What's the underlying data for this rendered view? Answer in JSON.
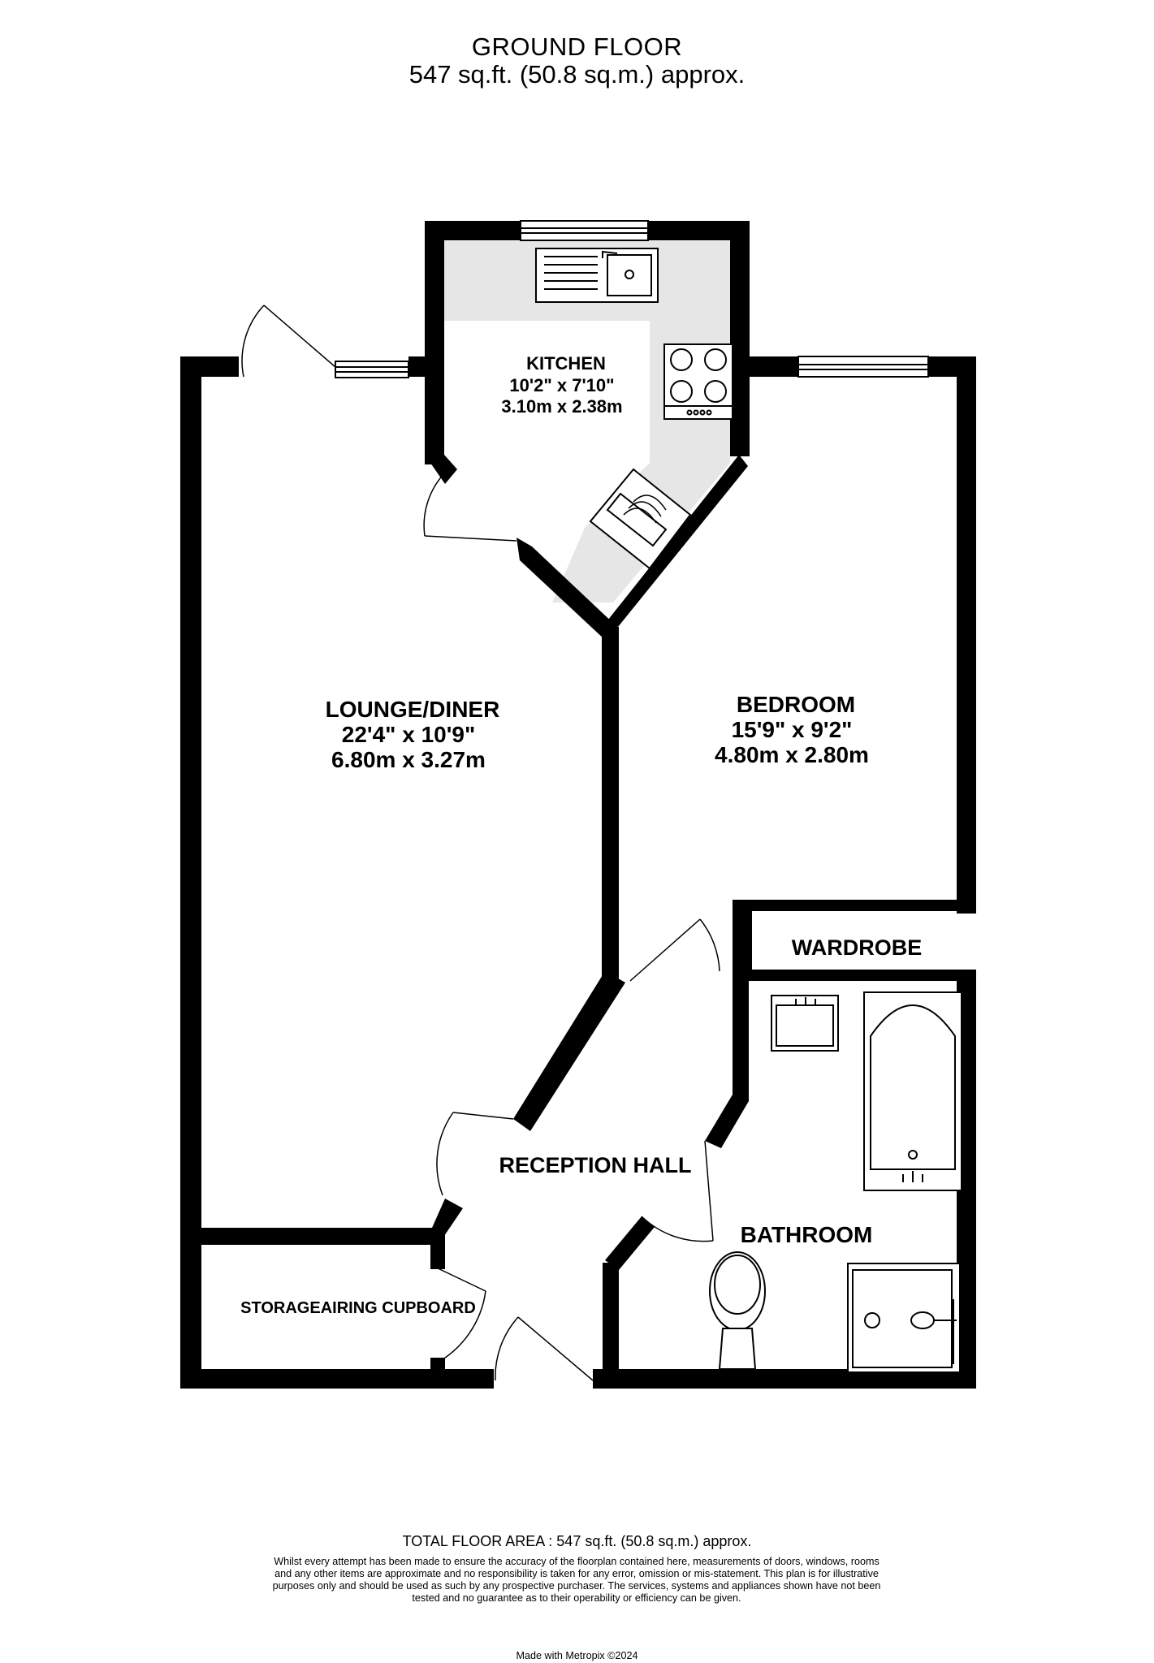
{
  "header": {
    "title": "GROUND FLOOR",
    "area": "547 sq.ft. (50.8 sq.m.) approx."
  },
  "rooms": {
    "kitchen": {
      "name": "KITCHEN",
      "imperial": "10'2\"  x 7'10\"",
      "metric": "3.10m  x 2.38m"
    },
    "lounge": {
      "name": "LOUNGE/DINER",
      "imperial": "22'4\"  x 10'9\"",
      "metric": "6.80m  x 3.27m"
    },
    "bedroom": {
      "name": "BEDROOM",
      "imperial": "15'9\"  x 9'2\"",
      "metric": "4.80m  x 2.80m"
    },
    "wardrobe": {
      "name": "WARDROBE"
    },
    "reception": {
      "name": "RECEPTION HALL"
    },
    "bathroom": {
      "name": "BATHROOM"
    },
    "storage": {
      "name": "STORAGEAIRING CUPBOARD"
    }
  },
  "footer": {
    "total": "TOTAL FLOOR AREA : 547 sq.ft. (50.8 sq.m.) approx.",
    "disclaimer": "Whilst every attempt has been made to ensure the accuracy of the floorplan contained here, measurements of doors, windows, rooms and any other items are approximate and no responsibility is taken for any error, omission or mis-statement. This plan is for illustrative purposes only and should be used as such by any prospective purchaser. The services, systems and appliances shown have not been tested and no guarantee as to their operability or efficiency can be given.",
    "credit": "Made with Metropix ©2024"
  },
  "colors": {
    "wall": "#000000",
    "kitchen_floor": "#e6e6e6",
    "background": "#ffffff"
  }
}
